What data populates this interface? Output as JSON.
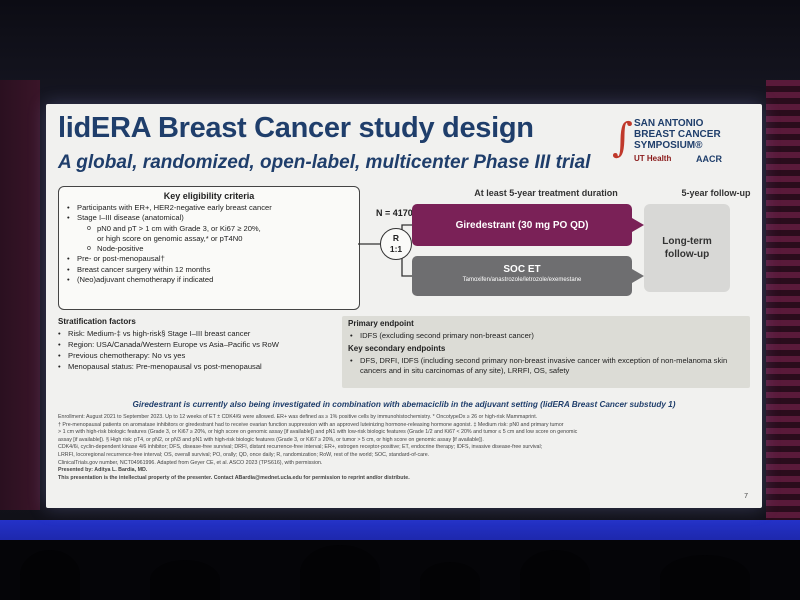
{
  "slide": {
    "title": "lidERA Breast Cancer study design",
    "subtitle": "A global, randomized, open-label, multicenter Phase III trial",
    "page_number": "7"
  },
  "logo": {
    "line1": "SAN ANTONIO",
    "line2": "BREAST CANCER",
    "line3": "SYMPOSIUM®",
    "partner1": "UT Health",
    "partner2": "AACR"
  },
  "eligibility": {
    "header": "Key eligibility criteria",
    "items": [
      {
        "level": 0,
        "text": "Participants with ER+, HER2-negative early breast cancer"
      },
      {
        "level": 0,
        "text": "Stage I–III disease (anatomical)"
      },
      {
        "level": 1,
        "text": "pN0 and pT > 1 cm with Grade 3, or Ki67 ≥ 20%,"
      },
      {
        "level": 2,
        "text": "or high score on genomic assay,* or pT4N0"
      },
      {
        "level": 1,
        "text": "Node-positive"
      },
      {
        "level": 0,
        "text": "Pre- or post-menopausal†"
      },
      {
        "level": 0,
        "text": "Breast cancer surgery within 12 months"
      },
      {
        "level": 0,
        "text": "(Neo)adjuvant chemotherapy if indicated"
      }
    ]
  },
  "design": {
    "n": "N = 4170",
    "rand_r": "R",
    "rand_ratio": "1:1",
    "duration_label": "At least 5-year treatment duration",
    "followup_label": "5-year follow-up",
    "arm_a": "Giredestrant  (30 mg PO QD)",
    "arm_b": "SOC ET",
    "arm_b_sub": "Tamoxifen/anastrozole/letrozole/exemestane",
    "ltf_line1": "Long-term",
    "ltf_line2": "follow-up"
  },
  "stratification": {
    "header": "Stratification factors",
    "items": [
      "Risk: Medium-‡ vs high-risk§ Stage I–III breast cancer",
      "Region: USA/Canada/Western Europe vs Asia–Pacific vs RoW",
      "Previous chemotherapy: No vs yes",
      "Menopausal status: Pre-menopausal vs post-menopausal"
    ]
  },
  "endpoints": {
    "primary_header": "Primary endpoint",
    "primary": "IDFS (excluding second primary non-breast cancer)",
    "secondary_header": "Key secondary endpoints",
    "secondary": "DFS, DRFI, IDFS (including second primary non-breast invasive cancer with exception of non-melanoma skin cancers and in situ carcinomas of any site), LRRFI, OS, safety"
  },
  "note": "Giredestrant is currently also being investigated in combination with abemaciclib in the adjuvant setting (lidERA Breast Cancer substudy 1)",
  "footnotes": [
    "Enrollment: August 2021 to September 2023. Up to 12 weeks of ET ± CDK4/6i were allowed. ER+ was defined as ≥ 1% positive cells by immunohistochemistry. * OncotypeDx ≥ 26 or high-risk Mammaprint.",
    "† Pre-menopausal patients on aromatase inhibitors or giredestrant had to receive ovarian function suppression with an approved luteinizing hormone-releasing hormone agonist. ‡ Medium risk: pN0 and primary tumor",
    "> 1 cm with high-risk biologic features (Grade 3, or Ki67 ≥ 20%, or high score on genomic assay [if available]) and pN1 with low-risk biologic features (Grade 1/2 and Ki67 < 20% and tumor ≤ 5 cm and low score on genomic",
    "assay [if available]). § High risk: pT4, or pN2, or pN3 and pN1 with high-risk biologic features (Grade 3, or Ki67 ≥ 20%, or tumor > 5 cm, or high score on genomic assay [if available]).",
    "CDK4/6i, cyclin-dependent kinase 4/6 inhibitor; DFS, disease-free survival; DRFI, distant recurrence-free interval; ER+, estrogen receptor-positive; ET, endocrine therapy; IDFS, invasive disease-free survival;",
    "LRRFI, locoregional recurrence-free interval; OS, overall survival; PO, orally; QD, once daily; R, randomization; RoW, rest of the world; SOC, standard-of-care.",
    "ClinicalTrials.gov number, NCT04961996. Adapted from Geyer CE, et al. ASCO 2023 (TPS616), with permission.",
    "Presented by: Aditya L. Bardia, MD.",
    "This presentation is the intellectual property of the presenter. Contact ABardia@mednet.ucla.edu for permission to reprint and/or distribute."
  ],
  "colors": {
    "title": "#1f3e6b",
    "arm_a": "#7a2157",
    "arm_b": "#6e6e70",
    "followup": "#d8d8d6",
    "stage_bar": "#2432c8"
  }
}
